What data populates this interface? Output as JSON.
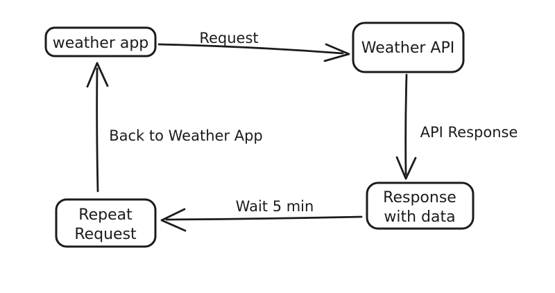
{
  "canvas": {
    "background": "#ffffff",
    "stroke_color": "#1b1b1b",
    "style": "hand-drawn flowchart"
  },
  "nodes": [
    {
      "id": "weather-app",
      "lines": [
        "weather app"
      ]
    },
    {
      "id": "weather-api",
      "lines": [
        "Weather API"
      ]
    },
    {
      "id": "response-with-data",
      "lines": [
        "Response",
        "with data"
      ]
    },
    {
      "id": "repeat-request",
      "lines": [
        "Repeat",
        "Request"
      ]
    }
  ],
  "edges": [
    {
      "id": "request",
      "from": "weather-app",
      "to": "weather-api",
      "label": "Request"
    },
    {
      "id": "api-response",
      "from": "weather-api",
      "to": "response-with-data",
      "label": "API Response"
    },
    {
      "id": "wait-5-min",
      "from": "response-with-data",
      "to": "repeat-request",
      "label": "Wait 5 min"
    },
    {
      "id": "back-to-weather-app",
      "from": "repeat-request",
      "to": "weather-app",
      "label": "Back to Weather App"
    }
  ]
}
